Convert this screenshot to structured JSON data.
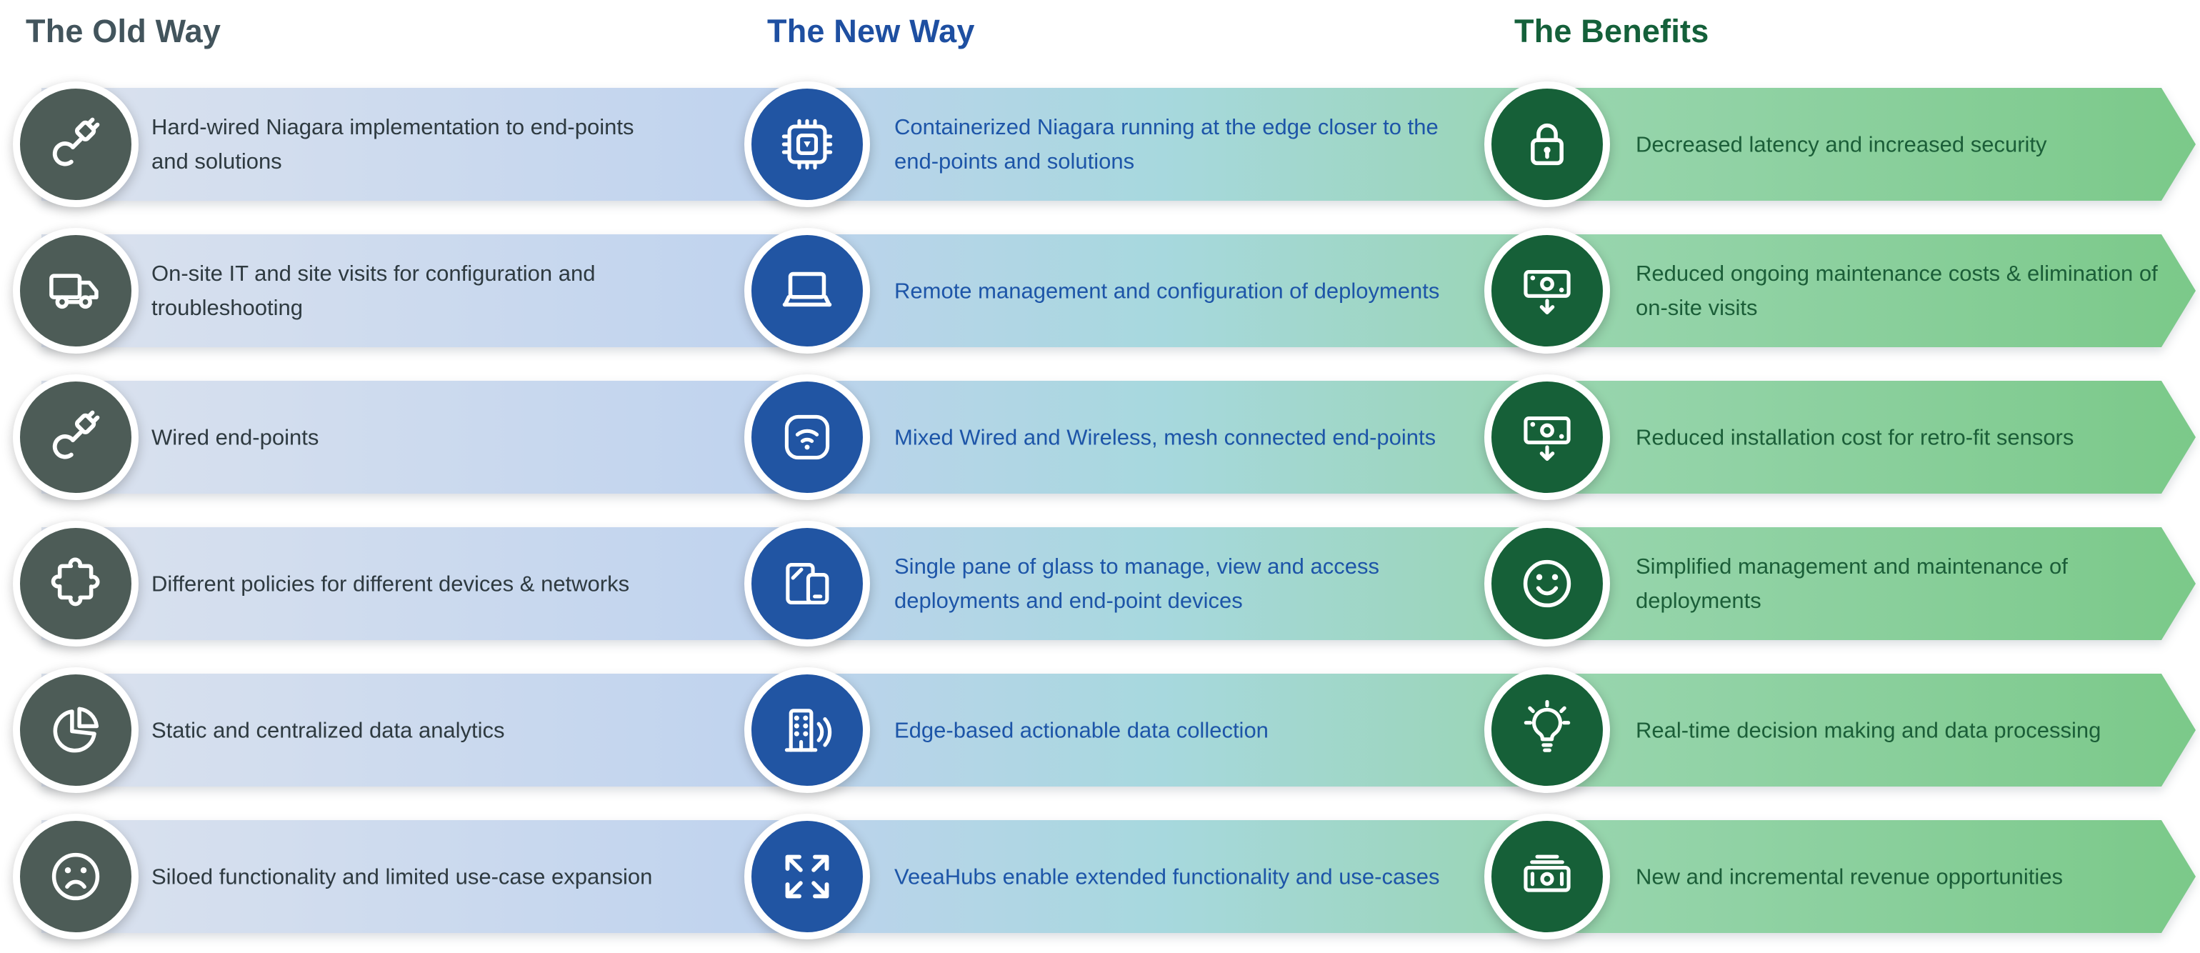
{
  "columns": [
    {
      "id": "old",
      "title": "The Old Way",
      "header_color": "#42545c",
      "circle_color": "#4d5c57",
      "text_color": "#2e3a40"
    },
    {
      "id": "new",
      "title": "The New Way",
      "header_color": "#1e4fa1",
      "circle_color": "#2155a3",
      "text_color": "#1d55a8"
    },
    {
      "id": "benefits",
      "title": "The Benefits",
      "header_color": "#14603a",
      "circle_color": "#166038",
      "text_color": "#1b5e38"
    }
  ],
  "band_gradient": [
    "#dbe2ee",
    "#bfd3ee",
    "#a7d8de",
    "#97d5ad",
    "#7bc989"
  ],
  "rows": [
    {
      "old": {
        "icon": "plug-icon",
        "text": "Hard-wired Niagara implementation to end-points and solutions"
      },
      "new": {
        "icon": "chip-icon",
        "text": "Containerized Niagara running at the edge closer to the end-points and solutions"
      },
      "benefits": {
        "icon": "lock-icon",
        "text": "Decreased latency and increased security"
      }
    },
    {
      "old": {
        "icon": "truck-icon",
        "text": "On-site IT and site visits for configuration and troubleshooting"
      },
      "new": {
        "icon": "laptop-icon",
        "text": "Remote management and configuration of deployments"
      },
      "benefits": {
        "icon": "cost-down-icon",
        "text": "Reduced ongoing maintenance costs & elimination of on-site visits"
      }
    },
    {
      "old": {
        "icon": "plug-icon",
        "text": "Wired end-points"
      },
      "new": {
        "icon": "wifi-icon",
        "text": "Mixed Wired and Wireless, mesh connected end-points"
      },
      "benefits": {
        "icon": "cost-down-icon",
        "text": "Reduced installation cost for retro-fit sensors"
      }
    },
    {
      "old": {
        "icon": "puzzle-icon",
        "text": "Different policies for different devices & networks"
      },
      "new": {
        "icon": "devices-icon",
        "text": "Single pane of glass to manage, view and access deployments and end-point devices"
      },
      "benefits": {
        "icon": "smiley-icon",
        "text": "Simplified management and maintenance of deployments"
      }
    },
    {
      "old": {
        "icon": "pie-chart-icon",
        "text": "Static and centralized data analytics"
      },
      "new": {
        "icon": "building-signal-icon",
        "text": "Edge-based actionable data collection"
      },
      "benefits": {
        "icon": "lightbulb-icon",
        "text": "Real-time decision making and data processing"
      }
    },
    {
      "old": {
        "icon": "sad-face-icon",
        "text": "Siloed functionality and limited use-case expansion"
      },
      "new": {
        "icon": "expand-arrows-icon",
        "text": "VeeaHubs enable extended functionality and use-cases"
      },
      "benefits": {
        "icon": "cash-stack-icon",
        "text": "New and incremental revenue opportunities"
      }
    }
  ]
}
